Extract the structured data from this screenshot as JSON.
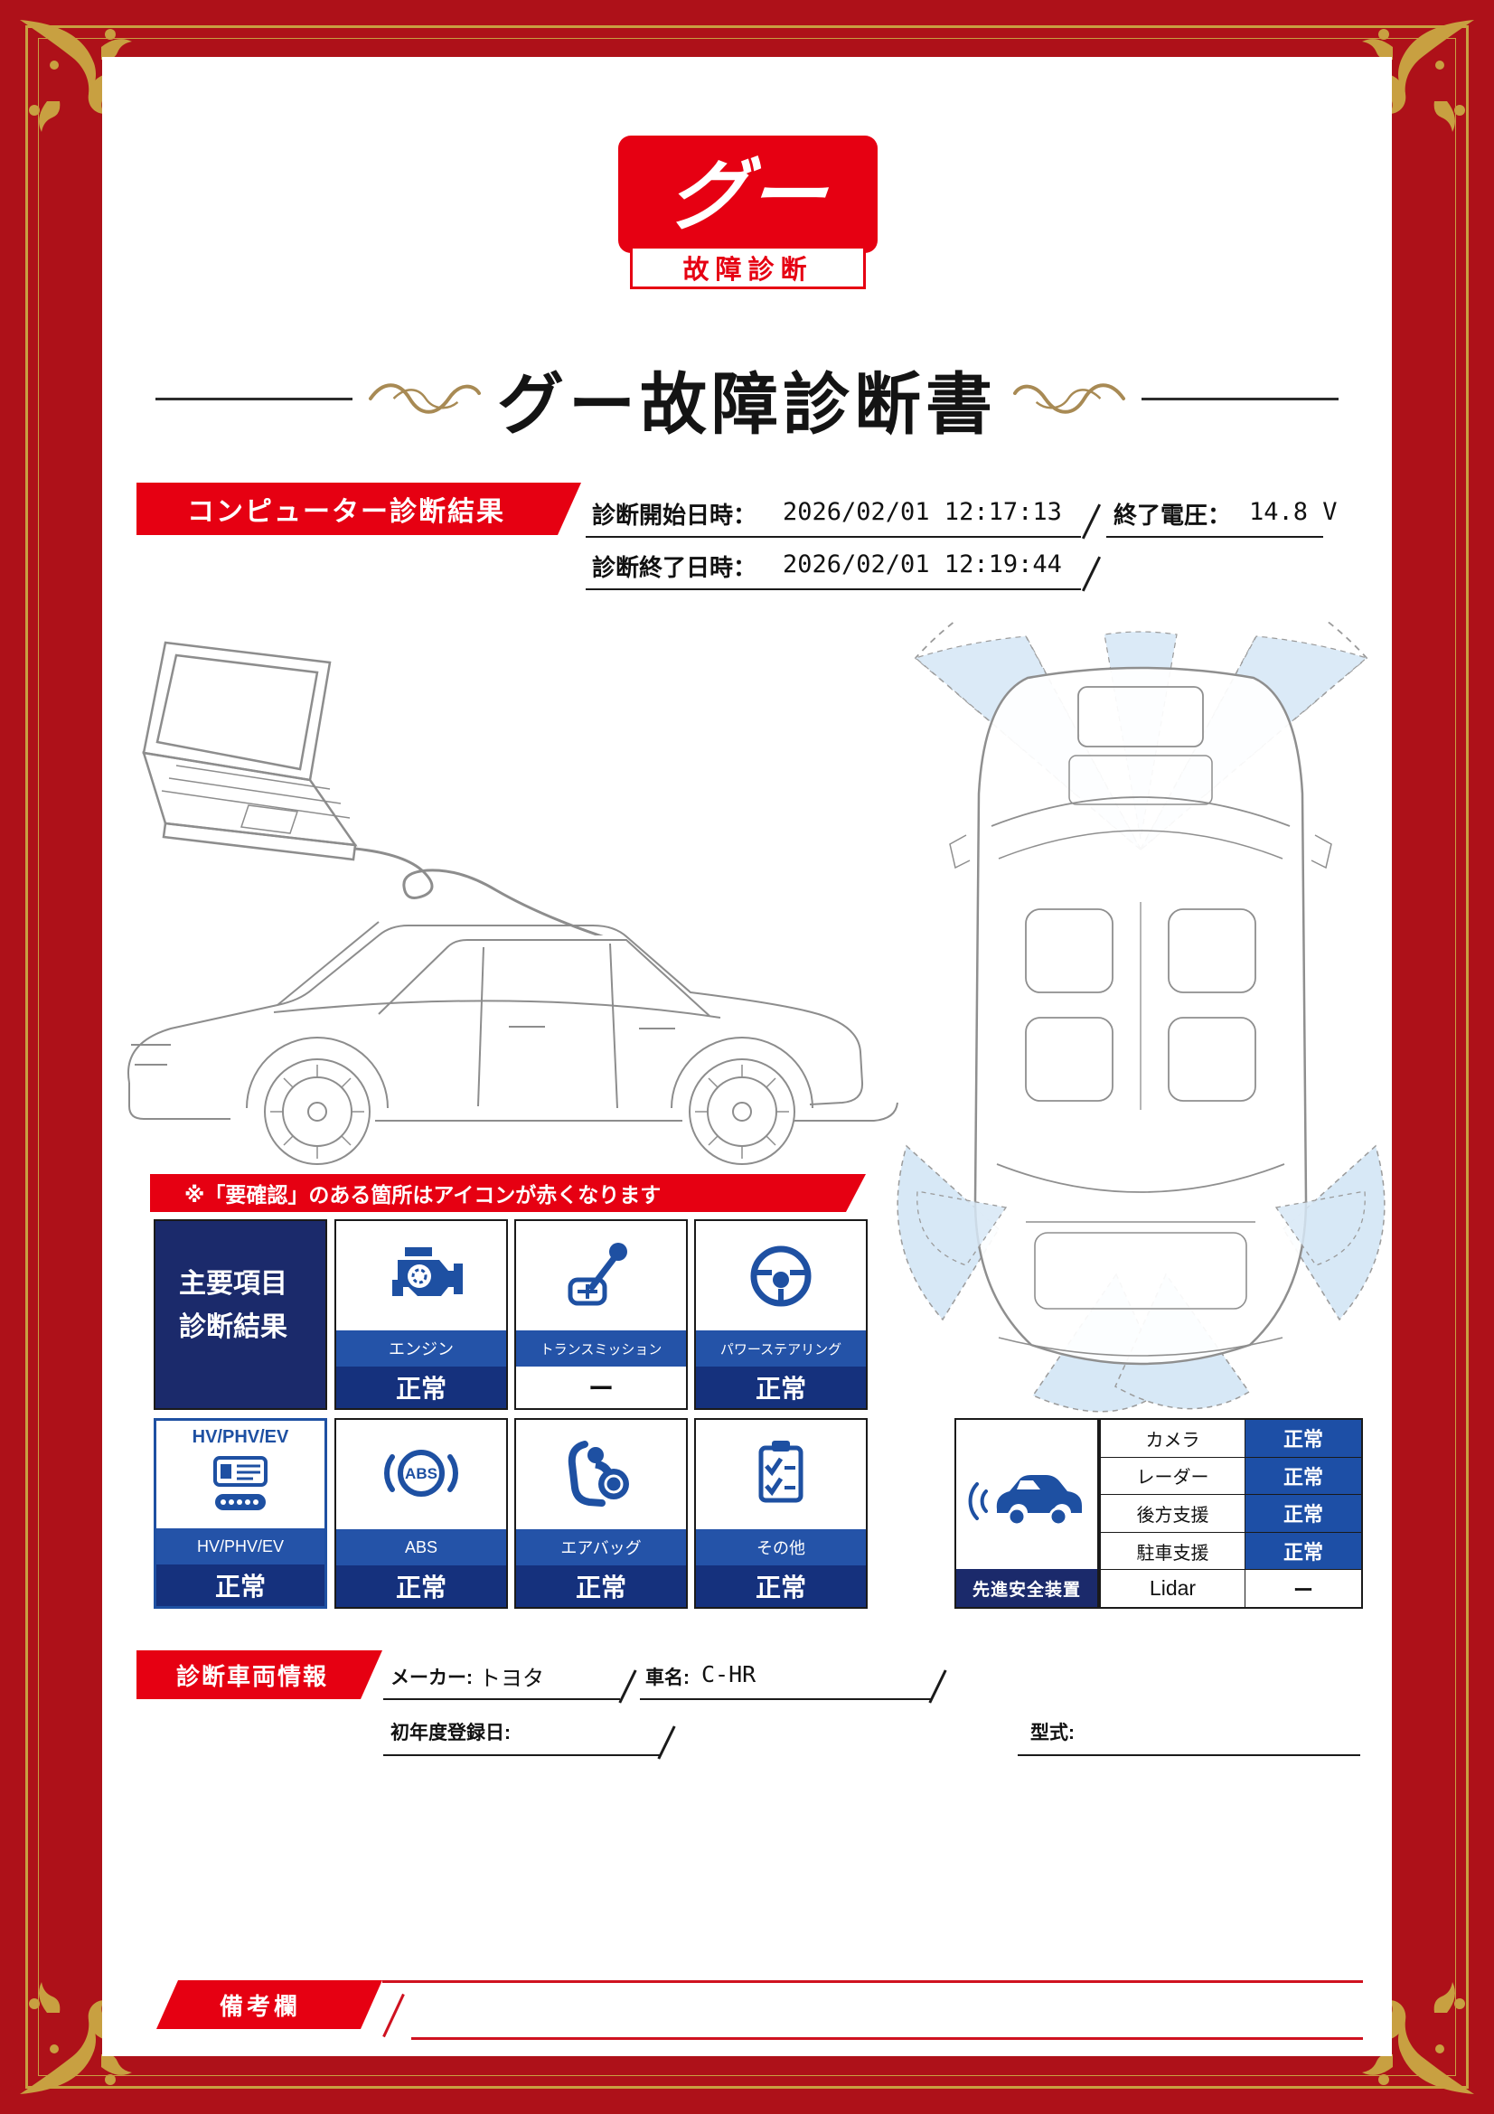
{
  "logo": {
    "main": "グー",
    "sub": "故障診断"
  },
  "title": "グー故障診断書",
  "diagnosis": {
    "banner": "コンピューター診断結果",
    "start_label": "診断開始日時：",
    "start_value": "2026/02/01 12:17:13",
    "voltage_label": "終了電圧：",
    "voltage_value": "14.8 V",
    "end_label": "診断終了日時：",
    "end_value": "2026/02/01 12:19:44"
  },
  "notice": "※「要確認」のある箇所はアイコンが赤くなります",
  "main_results": {
    "header_line1": "主要項目",
    "header_line2": "診断結果",
    "items": [
      {
        "label": "エンジン",
        "status": "正常"
      },
      {
        "label": "トランスミッション",
        "status": "ー"
      },
      {
        "label": "パワーステアリング",
        "status": "正常"
      },
      {
        "label": "HV/PHV/EV",
        "top": "HV/PHV/EV",
        "status": "正常"
      },
      {
        "label": "ABS",
        "icon_text": "ABS",
        "status": "正常"
      },
      {
        "label": "エアバッグ",
        "status": "正常"
      },
      {
        "label": "その他",
        "status": "正常"
      }
    ]
  },
  "safety": {
    "label": "先進安全装置",
    "rows": [
      {
        "name": "カメラ",
        "status": "正常"
      },
      {
        "name": "レーダー",
        "status": "正常"
      },
      {
        "name": "後方支援",
        "status": "正常"
      },
      {
        "name": "駐車支援",
        "status": "正常"
      },
      {
        "name": "Lidar",
        "status": "ー"
      }
    ]
  },
  "vehicle": {
    "banner": "診断車両情報",
    "maker_label": "メーカー:",
    "maker_value": "トヨタ",
    "car_label": "車名:",
    "car_value": "C-HR",
    "reg_label": "初年度登録日:",
    "model_label": "型式:"
  },
  "remarks": {
    "banner": "備考欄"
  },
  "colors": {
    "accent_red": "#e60012",
    "border_red": "#ae1119",
    "navy": "#1b2a6b",
    "blue": "#1e50a2",
    "gold": "#c8a041"
  }
}
